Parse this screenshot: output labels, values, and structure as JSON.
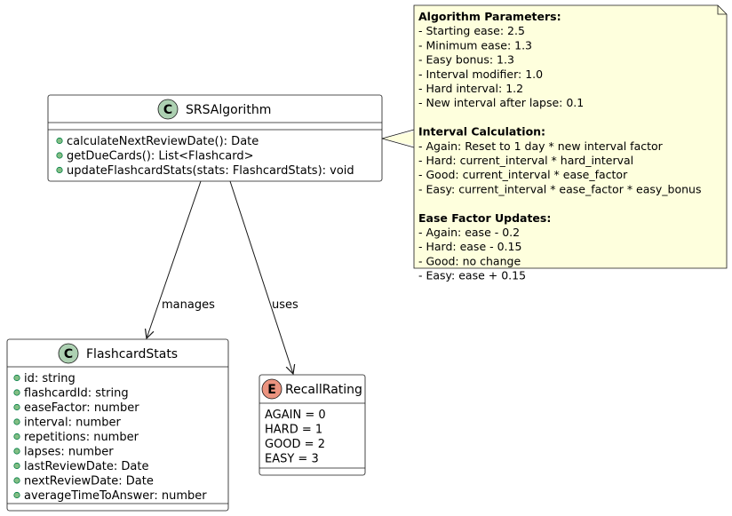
{
  "classes": {
    "srs": {
      "stereotype": "C",
      "name": "SRSAlgorithm",
      "methods": [
        "calculateNextReviewDate(): Date",
        "getDueCards(): List<Flashcard>",
        "updateFlashcardStats(stats: FlashcardStats): void"
      ]
    },
    "stats": {
      "stereotype": "C",
      "name": "FlashcardStats",
      "fields": [
        "id: string",
        "flashcardId: string",
        "easeFactor: number",
        "interval: number",
        "repetitions: number",
        "lapses: number",
        "lastReviewDate: Date",
        "nextReviewDate: Date",
        "averageTimeToAnswer: number"
      ]
    },
    "rating": {
      "stereotype": "E",
      "name": "RecallRating",
      "values": [
        "AGAIN = 0",
        "HARD = 1",
        "GOOD = 2",
        "EASY = 3"
      ]
    }
  },
  "relations": {
    "manages": "manages",
    "uses": "uses"
  },
  "note": {
    "sections": [
      {
        "title": "Algorithm Parameters:",
        "lines": [
          "- Starting ease: 2.5",
          "- Minimum ease: 1.3",
          "- Easy bonus: 1.3",
          "- Interval modifier: 1.0",
          "- Hard interval: 1.2",
          "- New interval after lapse: 0.1"
        ]
      },
      {
        "title": "Interval Calculation:",
        "lines": [
          "- Again: Reset to 1 day * new interval factor",
          "- Hard: current_interval * hard_interval",
          "- Good: current_interval * ease_factor",
          "- Easy: current_interval * ease_factor * easy_bonus"
        ]
      },
      {
        "title": "Ease Factor Updates:",
        "lines": [
          "- Again: ease - 0.2",
          "- Hard: ease - 0.15",
          "- Good: no change",
          "- Easy: ease + 0.15"
        ]
      }
    ]
  },
  "colors": {
    "class_border": "#181818",
    "class_fill": "#f1f1f1",
    "class_badge": "#add1b2",
    "enum_badge": "#eb937f",
    "public_dot": "#84be84",
    "public_dot_border": "#038048",
    "note_fill": "#feffdd",
    "note_border": "#181818"
  }
}
